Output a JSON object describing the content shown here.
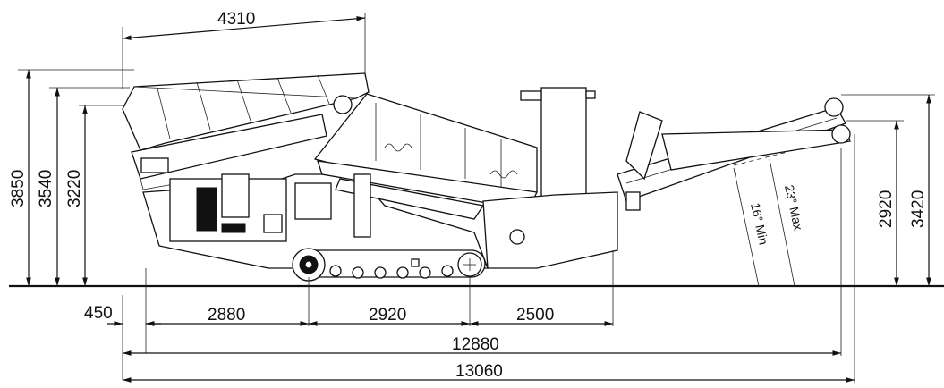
{
  "dimensions": {
    "top_length": "4310",
    "height_overall": "3850",
    "height_mid": "3540",
    "height_low": "3220",
    "height_discharge_low": "2920",
    "height_discharge_high": "3420",
    "offset_left": "450",
    "segment_1": "2880",
    "segment_2": "2920",
    "segment_3": "2500",
    "total_length_inner": "12880",
    "total_length_outer": "13060"
  },
  "angles": {
    "min": "16° Min",
    "max": "23° Max"
  }
}
